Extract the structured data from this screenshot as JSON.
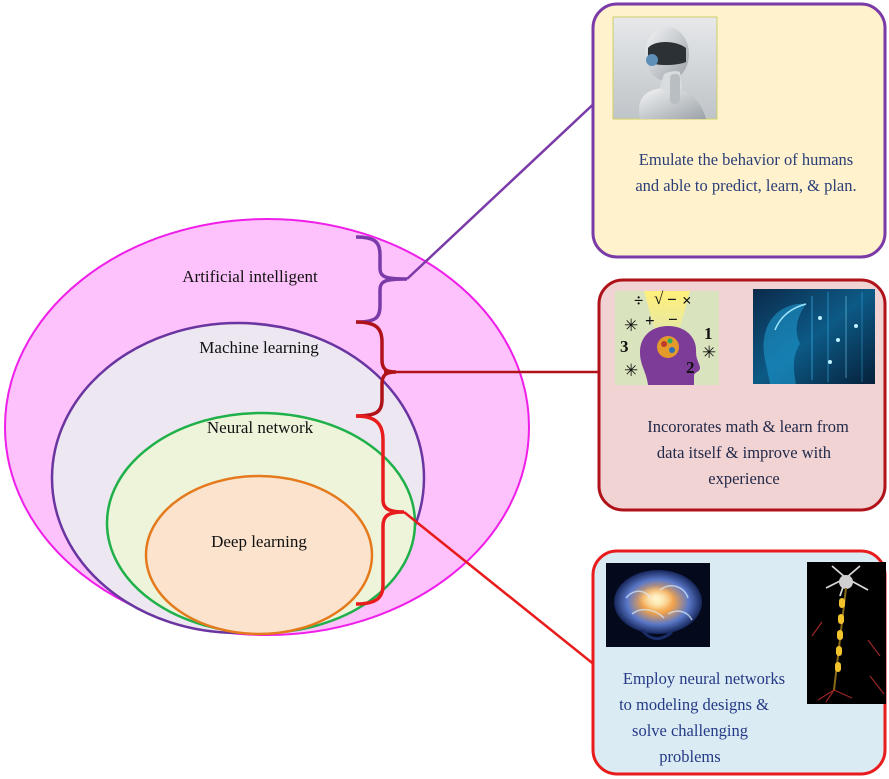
{
  "colors": {
    "ai_fill": "#fdc1fb",
    "ai_stroke": "#ef1ee9",
    "ml_fill": "#ece7f0",
    "ml_stroke": "#6a35a0",
    "nn_fill": "#eef4da",
    "nn_stroke": "#1fb04a",
    "dl_fill": "#fbe3cd",
    "dl_stroke": "#e47a1c",
    "ai_bracket": "#7a3aa8",
    "ml_bracket": "#b0121a",
    "nn_bracket": "#e81c1c",
    "box1_fill": "#fff2cc",
    "box1_stroke": "#7a3aa8",
    "box2_fill": "#f2d3d3",
    "box2_stroke": "#b0121a",
    "box3_fill": "#dbebf3",
    "box3_stroke": "#e81c1c"
  },
  "layers": {
    "ai": "Artificial intelligent",
    "ml": "Machine learning",
    "nn": "Neural network",
    "dl": "Deep learning"
  },
  "boxes": {
    "ai_box": {
      "lines": [
        "Emulate the behavior of humans",
        "and able to predict, learn, & plan."
      ],
      "images": [
        "robot-thinking-image"
      ]
    },
    "ml_box": {
      "lines": [
        "Incororates math & learn from",
        "data itself & improve with",
        "experience"
      ],
      "images": [
        "math-head-image",
        "digital-face-image"
      ],
      "math_symbols": [
        "÷",
        "√",
        "−",
        "×",
        "+",
        "−",
        "3",
        "1",
        "2"
      ]
    },
    "nn_box": {
      "lines": [
        "Employ neural networks",
        "to modeling designs &",
        "solve challenging",
        "problems"
      ],
      "images": [
        "glowing-brain-image",
        "neuron-image"
      ]
    }
  }
}
